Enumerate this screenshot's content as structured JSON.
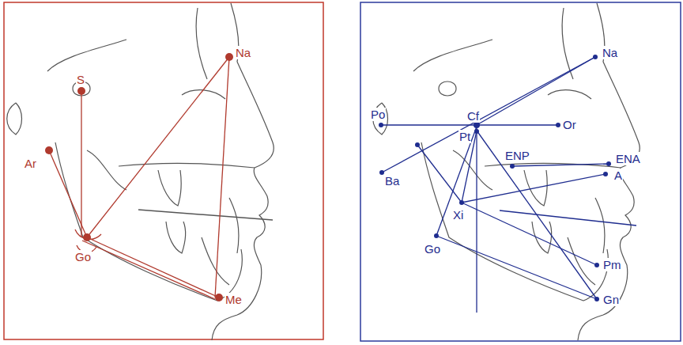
{
  "diagram": {
    "labels": [
      "S",
      "Na",
      "Ar",
      "Go",
      "Me",
      "Na",
      "Po",
      "Cf",
      "Or",
      "Pt",
      "Ba",
      "ENP",
      "ENA",
      "A",
      "Xi",
      "Go",
      "Pm",
      "Gn"
    ]
  }
}
